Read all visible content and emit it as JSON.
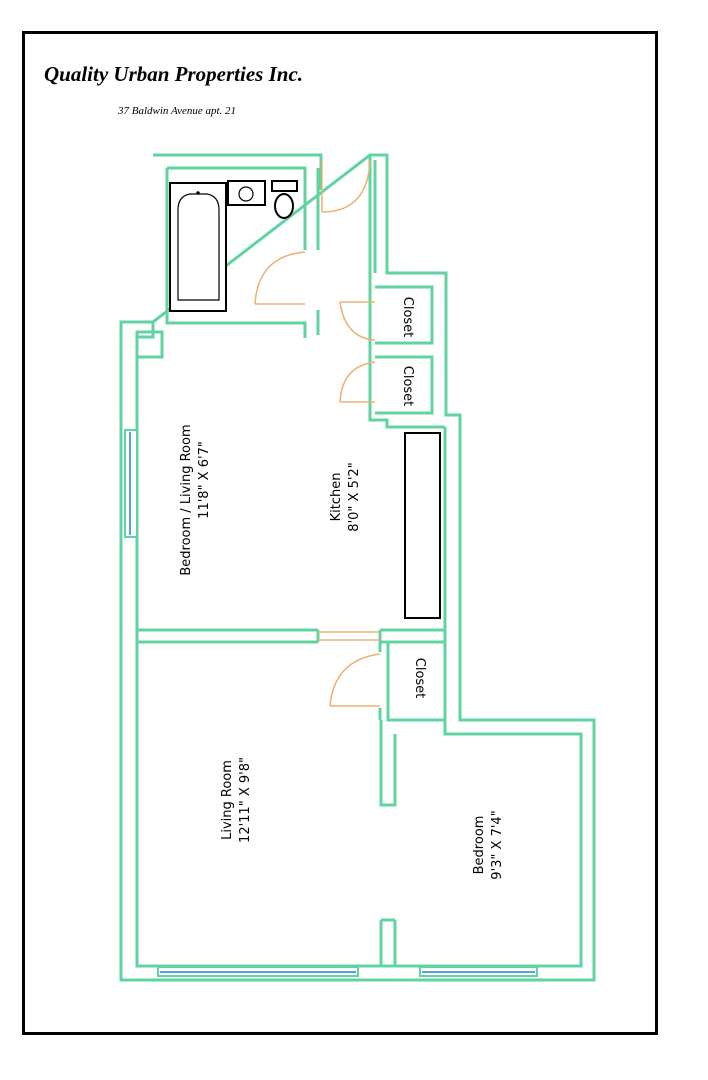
{
  "header": {
    "company": "Quality Urban Properties Inc.",
    "address": "37 Baldwin Avenue apt. 21"
  },
  "rooms": {
    "bedroom_living": {
      "name": "Bedroom  / Living Room",
      "size": "11'8\" X 6'7\""
    },
    "kitchen": {
      "name": "Kitchen",
      "size": "8'0\" X 5'2\""
    },
    "living_room": {
      "name": "Living Room",
      "size": "12'11\" X 9'8\""
    },
    "bedroom": {
      "name": "Bedroom",
      "size": "9'3\" X 7'4\""
    },
    "closet_1": {
      "name": "Closet"
    },
    "closet_2": {
      "name": "Closet"
    },
    "closet_3": {
      "name": "Closet"
    }
  },
  "colors": {
    "wall": "#5fd3a0",
    "door": "#f0b070",
    "window": "#5aa0e0",
    "fixture": "#000000"
  }
}
